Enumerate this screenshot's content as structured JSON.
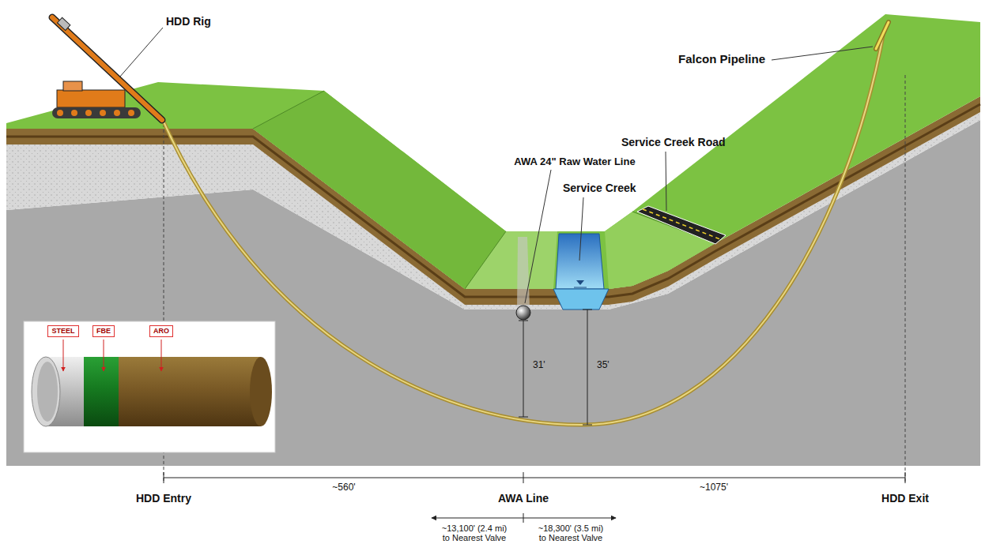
{
  "diagram": {
    "nodes": [
      {
        "text": [
          "STEEL"
        ]
      },
      {
        "text": [
          "FBE"
        ]
      },
      {
        "text": [
          "ARO"
        ]
      }
    ],
    "labels": [
      "HDD Rig",
      "Falcon Pipeline",
      "Service Creek Road",
      "AWA 24\" Raw Water Line",
      "Service Creek",
      "31'",
      "35'",
      "HDD Entry",
      "~560'",
      "AWA Line",
      "~1075'",
      "HDD Exit",
      "~13,100' (2.4 mi) to Nearest Valve",
      "~18,300' (3.5 mi) to Nearest Valve"
    ]
  }
}
